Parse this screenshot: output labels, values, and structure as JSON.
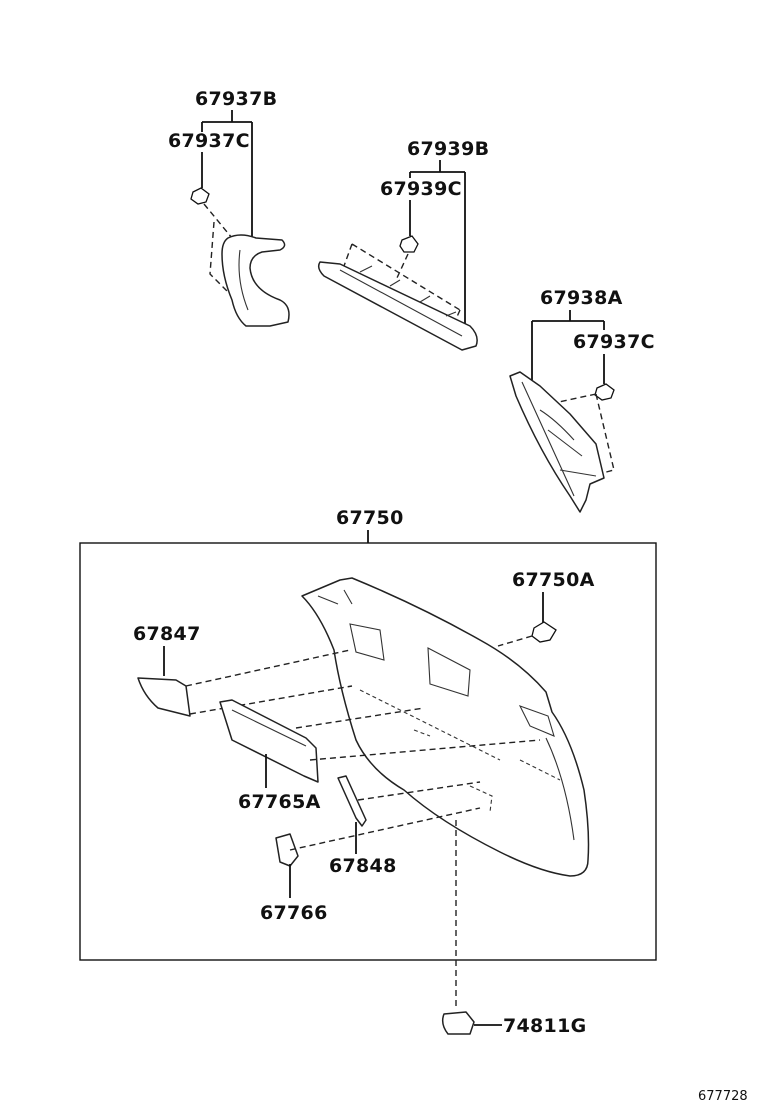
{
  "labels": {
    "p67937B": "67937B",
    "p67937C_top": "67937C",
    "p67939B": "67939B",
    "p67939C": "67939C",
    "p67938A": "67938A",
    "p67937C_right": "67937C",
    "p67750": "67750",
    "p67750A": "67750A",
    "p67847": "67847",
    "p67765A": "67765A",
    "p67848": "67848",
    "p67766": "67766",
    "p74811G": "74811G"
  },
  "figure_id": "677728"
}
